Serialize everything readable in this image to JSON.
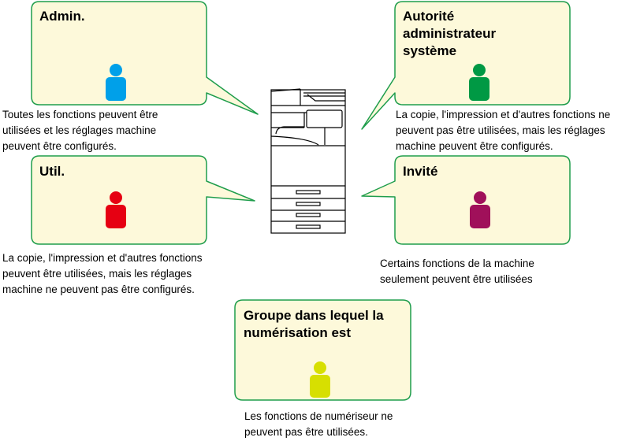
{
  "colors": {
    "bubble_fill": "#fdf9da",
    "bubble_border": "#1f9d4c",
    "admin": "#00a0e9",
    "sysadmin": "#009944",
    "user": "#e60012",
    "guest": "#a0105a",
    "scan_group": "#d7df01"
  },
  "roles": [
    {
      "title": "Admin.",
      "desc_lines": [
        "Toutes les fonctions peuvent être",
        "utilisées et les réglages machine",
        "peuvent être configurés."
      ]
    },
    {
      "title_lines": [
        "Autorité",
        "administrateur",
        "système"
      ],
      "desc_lines": [
        "La copie, l'impression et d'autres fonctions ne",
        "peuvent pas être utilisées, mais les réglages",
        "machine peuvent être configurés."
      ]
    },
    {
      "title": "Util.",
      "desc_lines": [
        "La copie, l'impression et d'autres fonctions",
        "peuvent être utilisées, mais les réglages",
        "machine ne peuvent pas être configurés."
      ]
    },
    {
      "title": "Invité",
      "desc_lines": [
        "Certains fonctions de la machine",
        "seulement peuvent être utilisées"
      ]
    },
    {
      "title_lines": [
        "Groupe dans lequel la",
        "numérisation est"
      ],
      "desc_lines": [
        "Les fonctions de numériseur ne",
        "peuvent pas être utilisées."
      ]
    }
  ]
}
